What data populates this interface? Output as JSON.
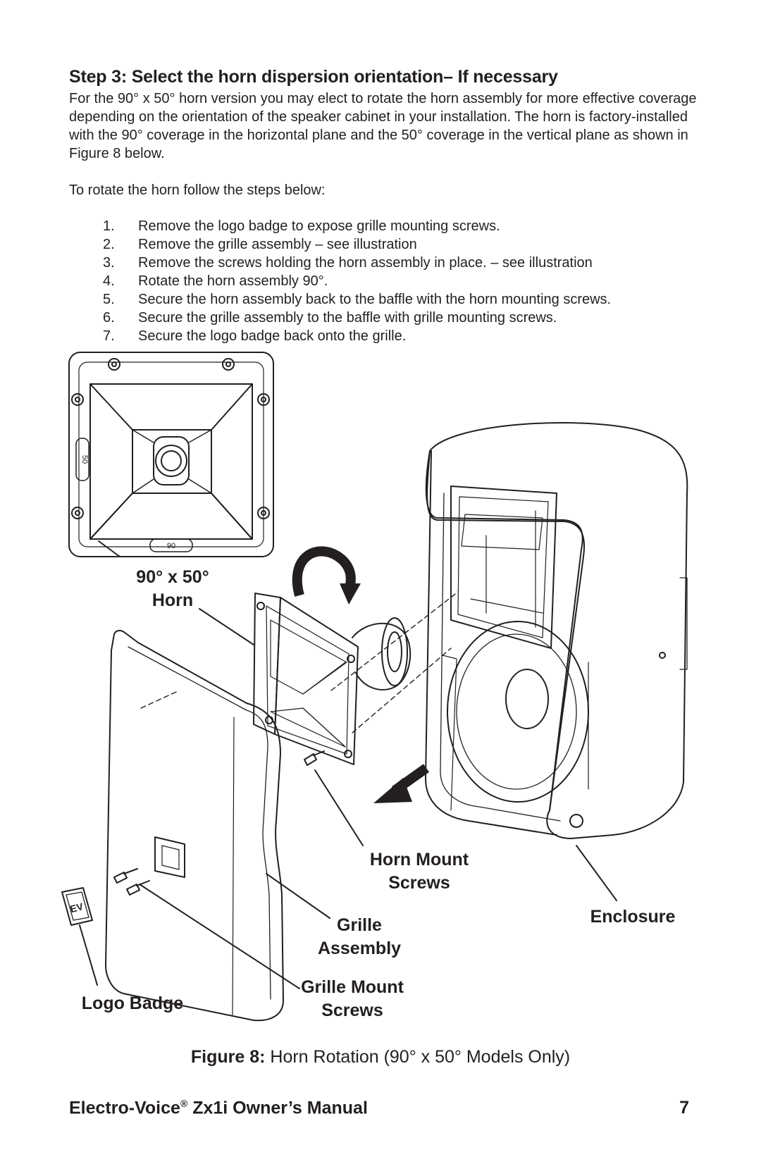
{
  "heading": "Step 3: Select the horn dispersion orientation– If necessary",
  "intro": "For the 90° x 50° horn version you may elect to rotate the horn assembly for more effective coverage depending on the orientation of the speaker cabinet in your installation.  The horn is factory-installed with the 90° coverage in the horizontal plane and the 50° coverage in the vertical plane as shown in Figure 8 below.",
  "lead": "To rotate the horn follow the steps below:",
  "steps": [
    {
      "num": "1.",
      "text": "Remove the logo badge to expose grille mounting screws."
    },
    {
      "num": "2.",
      "text": "Remove the grille assembly – see illustration"
    },
    {
      "num": "3.",
      "text": "Remove the screws holding the horn assembly in place. – see illustration"
    },
    {
      "num": "4.",
      "text": "Rotate the horn assembly 90°."
    },
    {
      "num": "5.",
      "text": "Secure the horn assembly back to the baffle with the horn mounting screws."
    },
    {
      "num": "6.",
      "text": "Secure the grille assembly to the baffle with grille mounting screws."
    },
    {
      "num": "7.",
      "text": "Secure the logo badge back onto the grille."
    }
  ],
  "figure": {
    "labels": {
      "horn_line1": "90° x 50°",
      "horn_line2": "Horn",
      "horn_mount_line1": "Horn Mount",
      "horn_mount_line2": "Screws",
      "enclosure": "Enclosure",
      "grille_line1": "Grille",
      "grille_line2": "Assembly",
      "grille_mount_line1": "Grille Mount",
      "grille_mount_line2": "Screws",
      "logo_badge": "Logo Badge"
    },
    "horn_marks": {
      "fifty": "50",
      "ninety": "90"
    },
    "badge_text": "EV",
    "caption_bold": "Figure 8:",
    "caption_text": " Horn Rotation (90° x 50° Models Only)"
  },
  "footer": {
    "brand": "Electro-Voice",
    "registered": "®",
    "title": " Zx1i Owner’s Manual",
    "page": "7"
  }
}
